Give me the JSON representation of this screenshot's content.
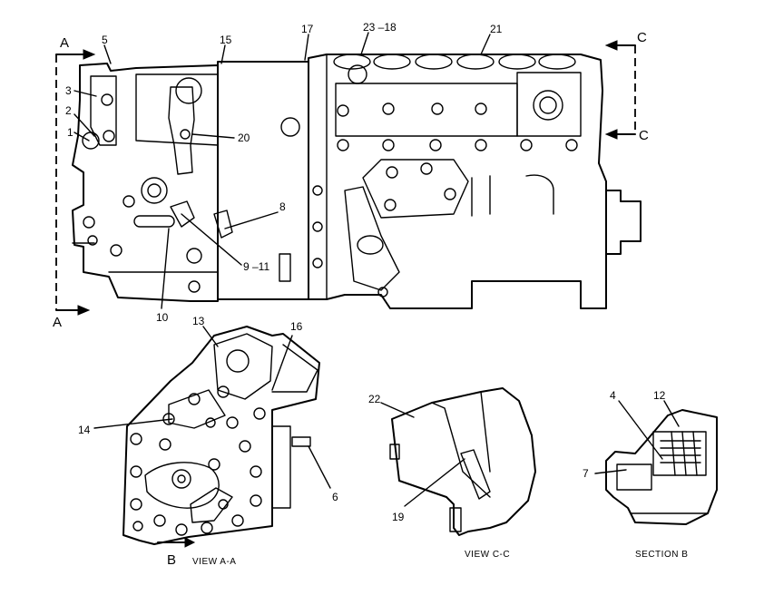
{
  "section_markers": {
    "a_top": "A",
    "a_bottom": "A",
    "c_top": "C",
    "c_bottom": "C",
    "b": "B"
  },
  "callouts": {
    "n1": "1",
    "n2": "2",
    "n3": "3",
    "n5": "5",
    "n15": "15",
    "n17": "17",
    "n23_18": "23 –18",
    "n21": "21",
    "n20": "20",
    "n8": "8",
    "n9_11": "9 –11",
    "n10": "10",
    "n13": "13",
    "n16": "16",
    "n14": "14",
    "n6": "6",
    "n22": "22",
    "n19": "19",
    "n4": "4",
    "n12": "12",
    "n7": "7"
  },
  "captions": {
    "view_aa": "VIEW  A-A",
    "view_cc": "VIEW  C-C",
    "section_b": "SECTION  B"
  }
}
